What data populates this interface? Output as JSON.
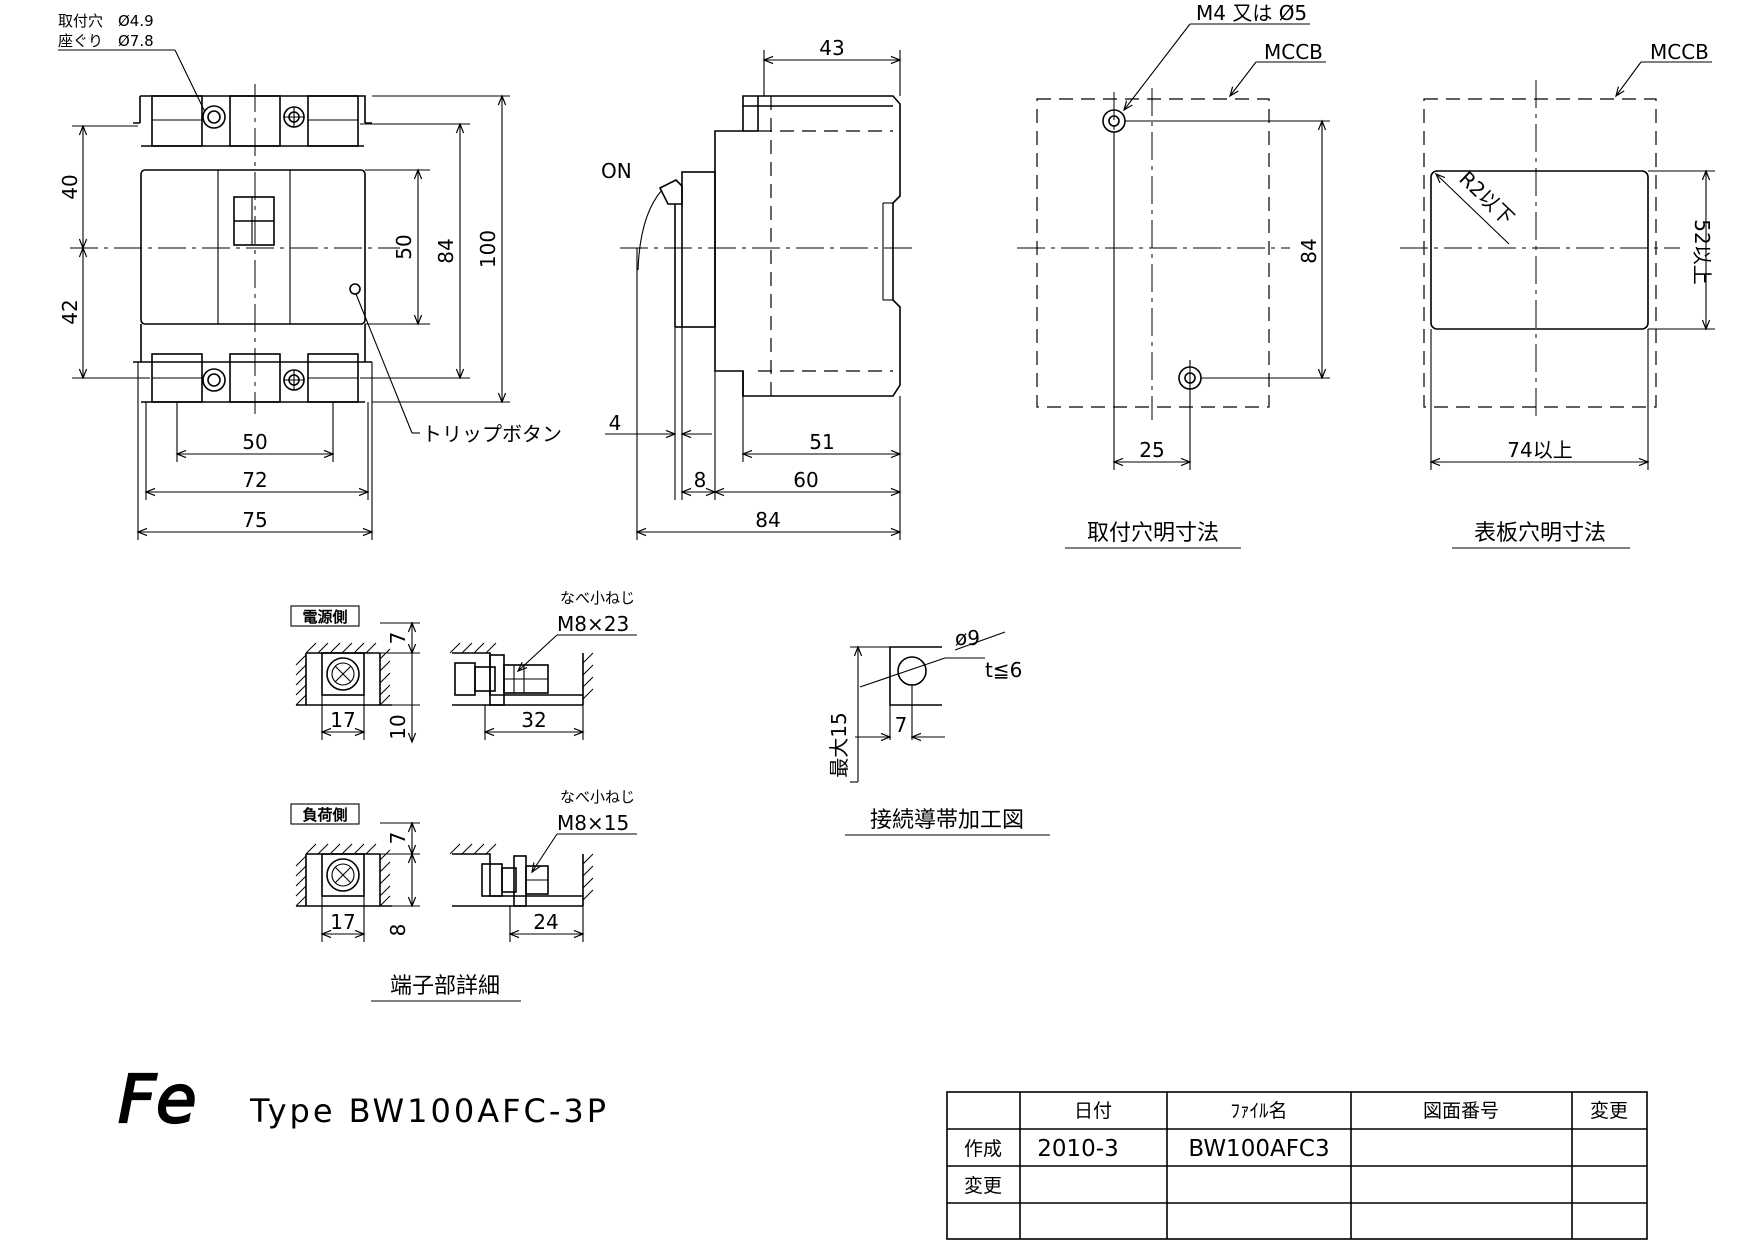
{
  "front": {
    "hole_note_1": "取付穴　Ø4.9",
    "hole_note_2": "座ぐり　Ø7.8",
    "trip_button": "トリップボタン",
    "dims": {
      "d40": "40",
      "d42": "42",
      "d50v": "50",
      "d84v": "84",
      "d100": "100",
      "d50h": "50",
      "d72": "72",
      "d75": "75"
    }
  },
  "side": {
    "on_label": "ON",
    "dims": {
      "d43": "43",
      "d4": "4",
      "d51": "51",
      "d8": "8",
      "d60": "60",
      "d84": "84"
    }
  },
  "mount": {
    "screw_note": "M4 又は Ø5",
    "mccb": "MCCB",
    "dims": {
      "d84": "84",
      "d25": "25"
    },
    "caption": "取付穴明寸法"
  },
  "panel": {
    "mccb": "MCCB",
    "radius": "R2以下",
    "dims": {
      "d52": "52以上",
      "d74": "74以上"
    },
    "caption": "表板穴明寸法"
  },
  "terminal": {
    "supply_label": "電源側",
    "load_label": "負荷側",
    "screw_type": "なべ小ねじ",
    "supply_screw": "M8×23",
    "load_screw": "M8×15",
    "supply_dims": {
      "d7": "7",
      "d10": "10",
      "d17": "17",
      "d32": "32"
    },
    "load_dims": {
      "d7": "7",
      "d8": "8",
      "d17": "17",
      "d24": "24"
    },
    "caption": "端子部詳細"
  },
  "busbar": {
    "phi": "ø9",
    "thickness": "t≦6",
    "max": "最大15",
    "d7": "7",
    "caption": "接続導帯加工図"
  },
  "logo_text": "Fe",
  "title": "Type  BW100AFC-3P",
  "titleblock": {
    "headers": [
      "日付",
      "ﾌｧｲﾙ名",
      "図面番号",
      "変更"
    ],
    "row_labels": [
      "作成",
      "変更"
    ],
    "date": "2010-3",
    "file": "BW100AFC3"
  }
}
